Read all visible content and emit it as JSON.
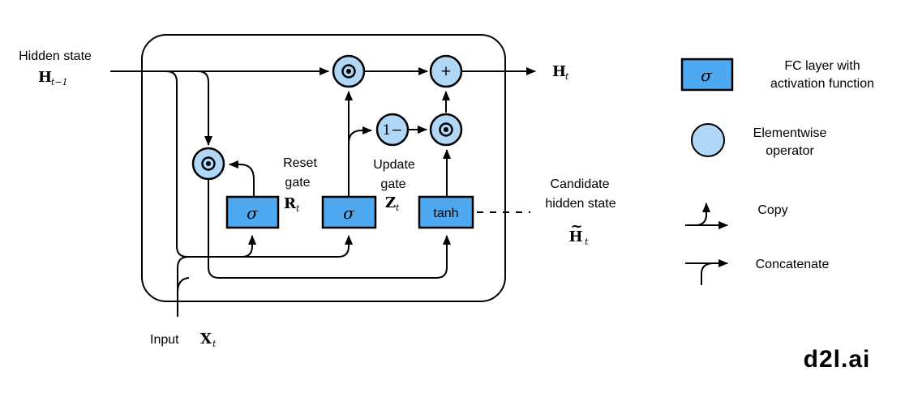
{
  "diagram": {
    "hidden_state": {
      "label": "Hidden state",
      "math_base": "H",
      "math_sub": "t−1"
    },
    "input": {
      "label": "Input",
      "math_base": "X",
      "math_sub": "t"
    },
    "output": {
      "math_base": "H",
      "math_sub": "t"
    },
    "reset_gate": {
      "label_line1": "Reset",
      "label_line2": "gate",
      "math_base": "R",
      "math_sub": "t"
    },
    "update_gate": {
      "label_line1": "Update",
      "label_line2": "gate",
      "math_base": "Z",
      "math_sub": "t"
    },
    "candidate": {
      "label_line1": "Candidate",
      "label_line2": "hidden state",
      "math_tilde": "~",
      "math_base": "H",
      "math_sub": "t"
    },
    "nodes": {
      "sigma": "σ",
      "tanh": "tanh",
      "add": "+",
      "one_minus": "1−"
    }
  },
  "legend": {
    "fc": {
      "symbol": "σ",
      "label_line1": "FC layer with",
      "label_line2": "activation function"
    },
    "elementwise": {
      "label_line1": "Elementwise",
      "label_line2": "operator"
    },
    "copy": {
      "label": "Copy"
    },
    "concatenate": {
      "label": "Concatenate"
    }
  },
  "watermark": "d2l.ai",
  "colors": {
    "box_fill": "#4fa9f0",
    "circle_fill": "#b1d7f7",
    "stroke": "#000000",
    "watermark": "#878d92"
  }
}
